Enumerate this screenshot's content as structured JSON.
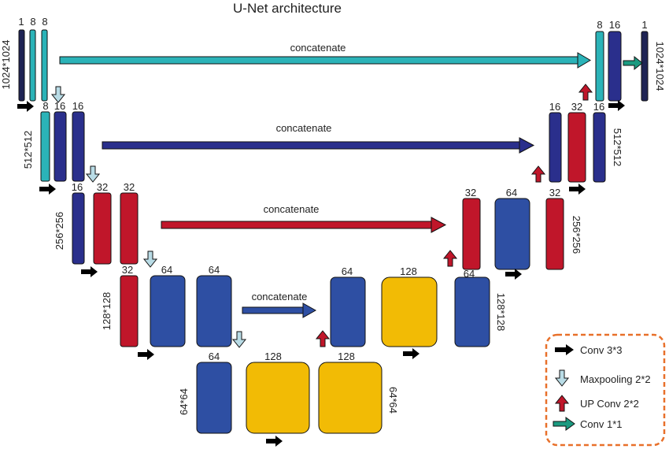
{
  "title": "U-Net architecture",
  "colors": {
    "cyan": "#2bb3b8",
    "navy": "#2a2f8c",
    "dark_navy": "#1e2354",
    "red": "#c0162a",
    "blue": "#2e4fa3",
    "yellow": "#f2bb05",
    "light_blue": "#b9dce6",
    "green": "#1a9a80",
    "legend_border": "#e8702a"
  },
  "channel_labels": {
    "l1_a": "1",
    "l1_b": "8",
    "l1_c": "8",
    "l2_a": "8",
    "l2_b": "16",
    "l2_c": "16",
    "l3_a": "16",
    "l3_b": "32",
    "l3_c": "32",
    "l4_a": "32",
    "l4_b": "64",
    "l4_c": "64",
    "b_a": "64",
    "b_b": "128",
    "b_c": "128",
    "d4_a": "64",
    "d4_b": "128",
    "d4_c": "64",
    "d3_a": "32",
    "d3_b": "64",
    "d3_c": "32",
    "d2_a": "16",
    "d2_b": "32",
    "d2_c": "16",
    "d1_a": "8",
    "d1_b": "16",
    "d1_c": "1"
  },
  "sizes": {
    "l1": "1024*1024",
    "l2": "512*512",
    "l3": "256*256",
    "l4": "128*128",
    "b": "64*64",
    "d4": "128*128",
    "d3": "256*256",
    "d2": "512*512",
    "d1": "1024*1024"
  },
  "concat_label": "concatenate",
  "legend": {
    "conv": "Conv 3*3",
    "maxpool": "Maxpooling 2*2",
    "upconv": "UP Conv 2*2",
    "conv1": "Conv 1*1"
  }
}
